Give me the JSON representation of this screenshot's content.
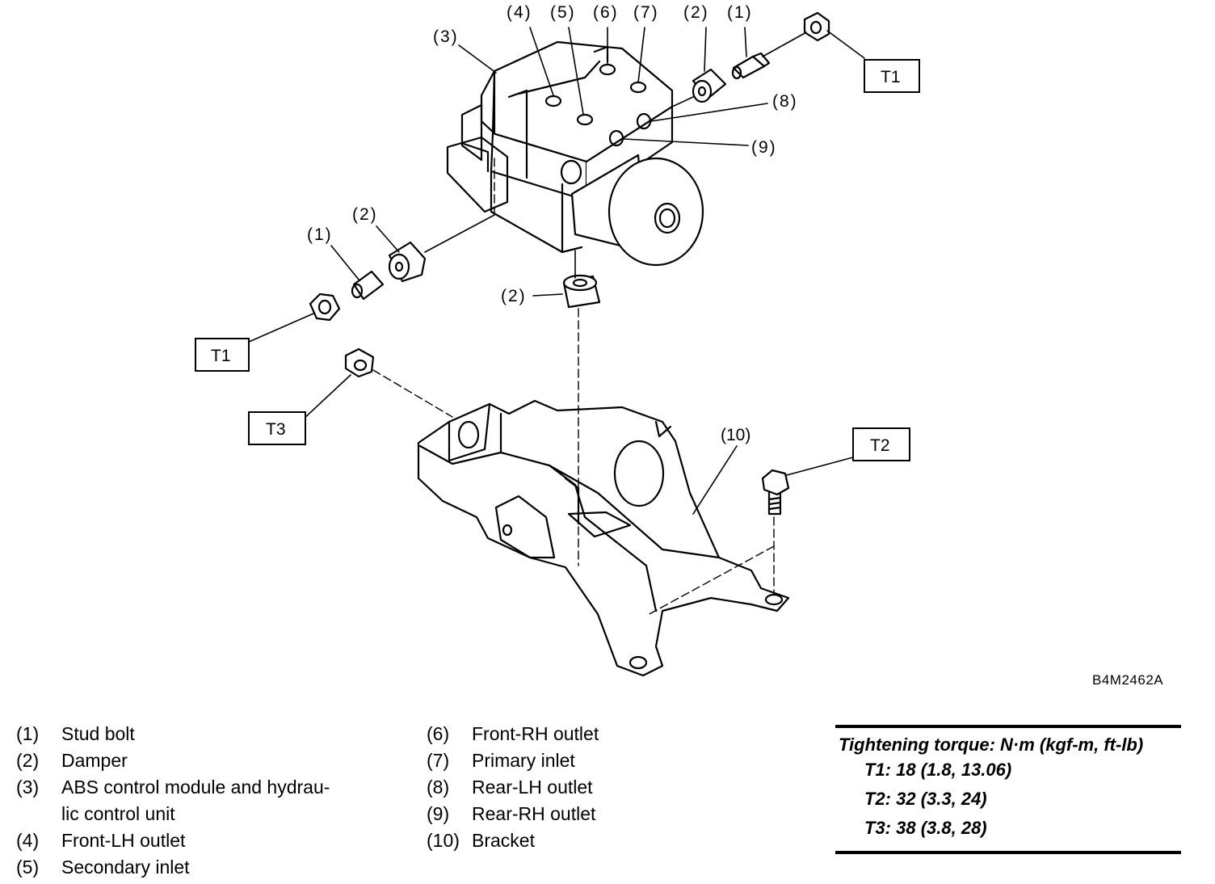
{
  "callouts": {
    "c4": "(4)",
    "c5": "(5)",
    "c6": "(6)",
    "c7": "(7)",
    "c2_top": "(2)",
    "c1_top": "(1)",
    "c3": "(3)",
    "c8": "(8)",
    "c9": "(9)",
    "c2_left": "(2)",
    "c1_left": "(1)",
    "c2_mid": "(2)",
    "c10": "(10)"
  },
  "torque_boxes": {
    "t1_right": "T1",
    "t1_left": "T1",
    "t3": "T3",
    "t2": "T2"
  },
  "figure_id": "B4M2462A",
  "legend_left": [
    {
      "num": "(1)",
      "text": "Stud bolt"
    },
    {
      "num": "(2)",
      "text": "Damper"
    },
    {
      "num": "(3)",
      "text": "ABS control module and hydrau-",
      "cont": "lic control unit"
    },
    {
      "num": "(4)",
      "text": "Front-LH outlet"
    },
    {
      "num": "(5)",
      "text": "Secondary inlet"
    }
  ],
  "legend_right": [
    {
      "num": "(6)",
      "text": "Front-RH outlet"
    },
    {
      "num": "(7)",
      "text": "Primary inlet"
    },
    {
      "num": "(8)",
      "text": "Rear-LH outlet"
    },
    {
      "num": "(9)",
      "text": "Rear-RH outlet"
    },
    {
      "num": "(10)",
      "text": "Bracket"
    }
  ],
  "torque": {
    "title": "Tightening torque: N·m (kgf-m, ft-lb)",
    "specs": [
      "T1: 18 (1.8, 13.06)",
      "T2: 32 (3.3, 24)",
      "T3: 38 (3.8, 28)"
    ]
  }
}
